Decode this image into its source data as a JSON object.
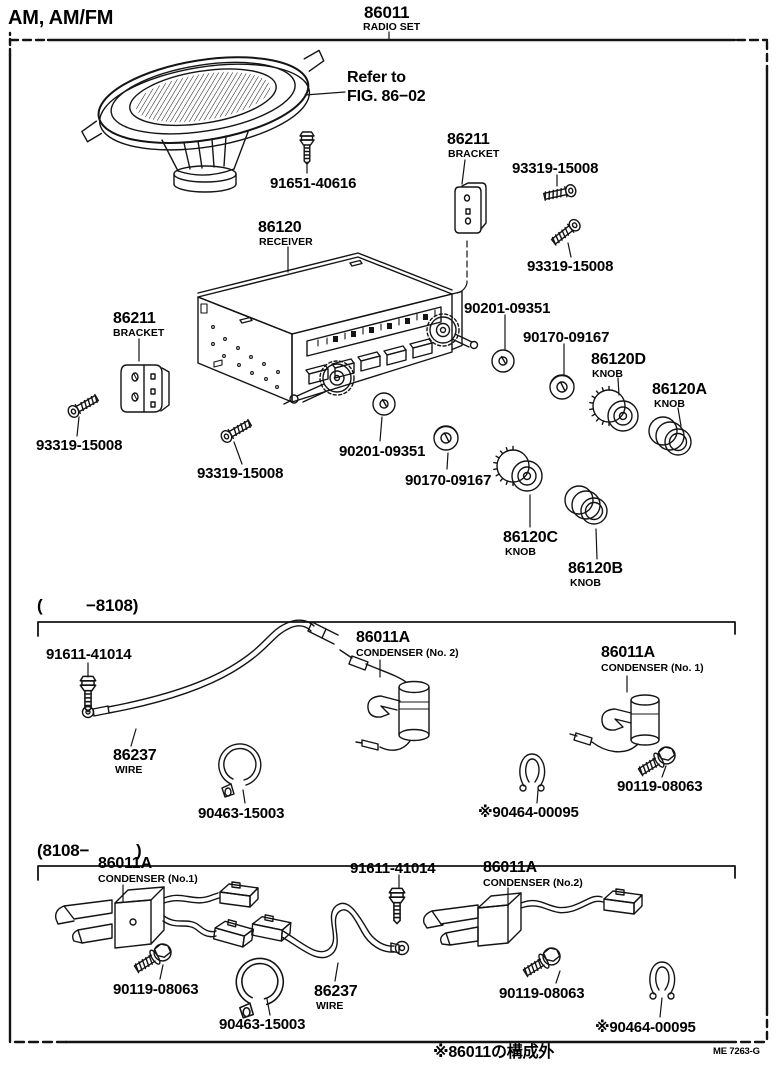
{
  "page": {
    "system_label": "AM, AM/FM",
    "footnote": "※86011の構成外",
    "doc_code": "ME 7263-G",
    "radio_set": {
      "number": "86011",
      "name": "RADIO SET"
    }
  },
  "main_diagram": {
    "speaker_ref_line1": "Refer to",
    "speaker_ref_line2": "FIG. 86−02",
    "speaker_screw": "91651-40616",
    "bracket_right": {
      "number": "86211",
      "name": "BRACKET"
    },
    "bracket_right_screw1": "93319-15008",
    "bracket_right_screw2": "93319-15008",
    "receiver": {
      "number": "86120",
      "name": "RECEIVER"
    },
    "bracket_left": {
      "number": "86211",
      "name": "BRACKET"
    },
    "bracket_left_screw1": "93319-15008",
    "bracket_left_screw2": "93319-15008",
    "washer_right": "90201-09351",
    "nut_right": "90170-09167",
    "washer_mid": "90201-09351",
    "nut_mid": "90170-09167",
    "knob_d": {
      "number": "86120D",
      "name": "KNOB"
    },
    "knob_a": {
      "number": "86120A",
      "name": "KNOB"
    },
    "knob_c": {
      "number": "86120C",
      "name": "KNOB"
    },
    "knob_b": {
      "number": "86120B",
      "name": "KNOB"
    }
  },
  "early_section": {
    "range_prefix": "(",
    "range_suffix": "−8108)",
    "screw": "91611-41014",
    "wire": {
      "number": "86237",
      "name": "WIRE"
    },
    "clamp": "90463-15003",
    "condenser2": {
      "number": "86011A",
      "name": "CONDENSER (No. 2)"
    },
    "condenser1": {
      "number": "86011A",
      "name": "CONDENSER (No. 1)"
    },
    "clip": "※90464-00095",
    "bolt": "90119-08063"
  },
  "late_section": {
    "range_prefix": "(8108−",
    "range_suffix": ")",
    "condenser1": {
      "number": "86011A",
      "name": "CONDENSER (No.1)"
    },
    "screw": "91611-41014",
    "condenser2": {
      "number": "86011A",
      "name": "CONDENSER (No.2)"
    },
    "bolt_left": "90119-08063",
    "clamp": "90463-15003",
    "wire": {
      "number": "86237",
      "name": "WIRE"
    },
    "bolt_right": "90119-08063",
    "clip": "※90464-00095"
  }
}
